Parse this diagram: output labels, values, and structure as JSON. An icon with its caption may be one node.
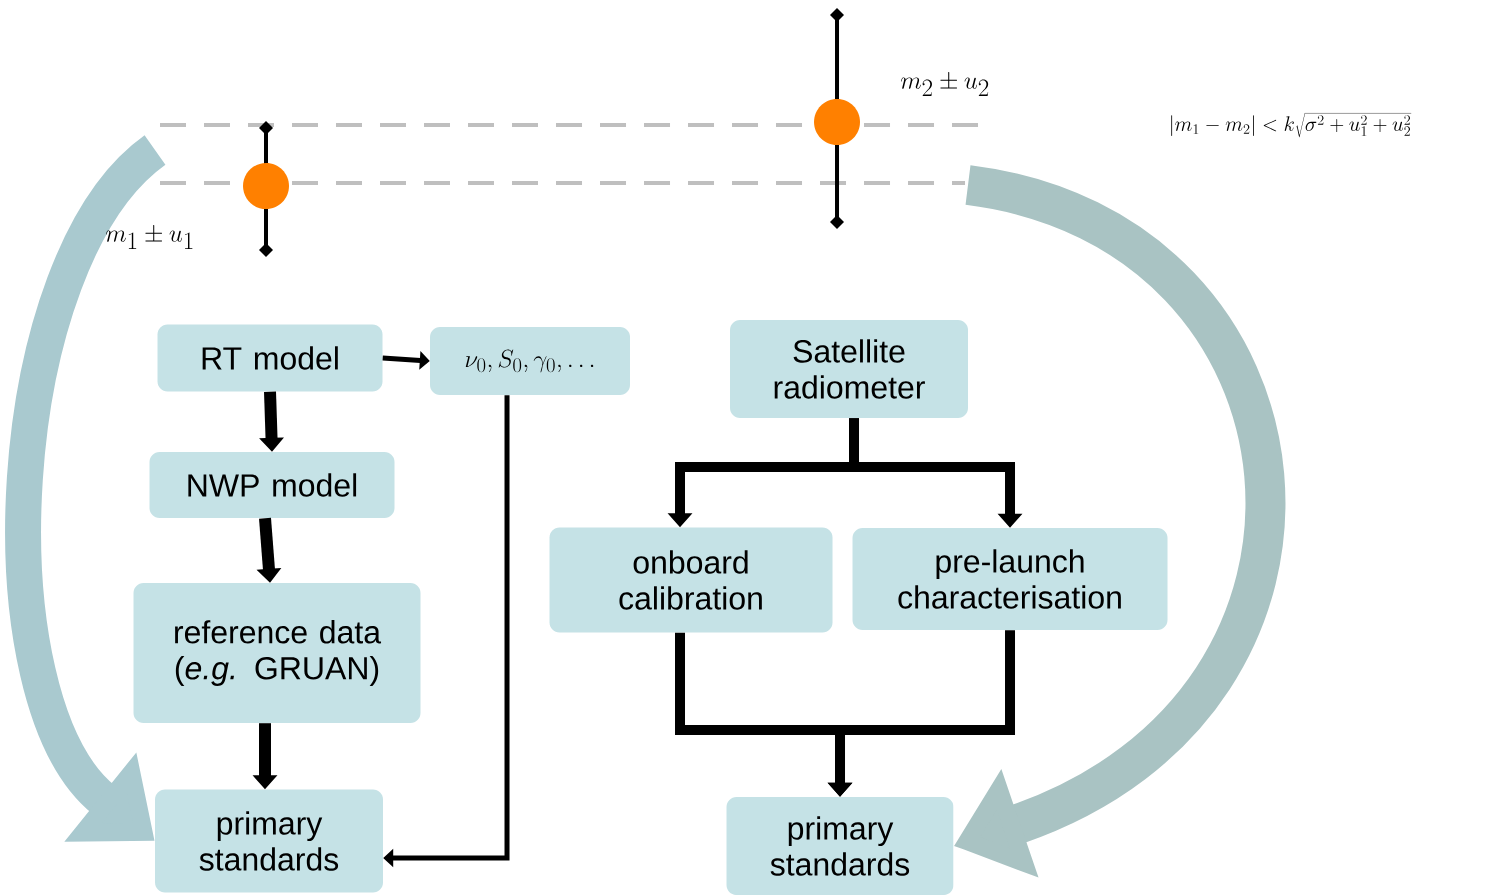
{
  "diagram": {
    "nodes": [
      {
        "text": [
          "RT model"
        ]
      },
      {
        "text": [
          "\\nu_0, S_0, \\gamma_0, \\ldots"
        ]
      },
      {
        "text": [
          "NWP model"
        ]
      },
      {
        "text": [
          "reference data (*e.g.* GRUAN)"
        ]
      },
      {
        "text": [
          "primary standards"
        ]
      },
      {
        "text": [
          "Satellite radiometer"
        ]
      },
      {
        "text": [
          "onboard calibration"
        ]
      },
      {
        "text": [
          "pre-launch characterisation"
        ]
      },
      {
        "text": [
          "primary standards"
        ]
      }
    ],
    "edges": [
      {
        "from": 0,
        "to": 1,
        "arrow": "to"
      },
      {
        "from": 0,
        "to": 2,
        "arrow": "to"
      },
      {
        "from": 2,
        "to": 3,
        "arrow": "to"
      },
      {
        "from": 3,
        "to": 4,
        "arrow": "to"
      },
      {
        "from": 1,
        "to": 4,
        "arrow": "to"
      },
      {
        "from": 5,
        "to": 6,
        "arrow": "to"
      },
      {
        "from": 5,
        "to": 7,
        "arrow": "to"
      },
      {
        "from": 6,
        "to": 8,
        "arrow": "to"
      },
      {
        "from": 7,
        "to": 8,
        "arrow": "to"
      },
      {
        "from": null,
        "to": 4,
        "arrow": "to",
        "style": "thick",
        "color": "#a9c9cf"
      },
      {
        "from": null,
        "to": 8,
        "arrow": "to",
        "style": "thick",
        "color": "#a9c3c3"
      }
    ],
    "labels": [
      "m_1 \\pm u_1",
      "m_2 \\pm u_2",
      "\\left|m_1 - m_2\\right| < k\\sqrt{\\sigma^2 + u_1^2 + u_2^2}"
    ]
  }
}
